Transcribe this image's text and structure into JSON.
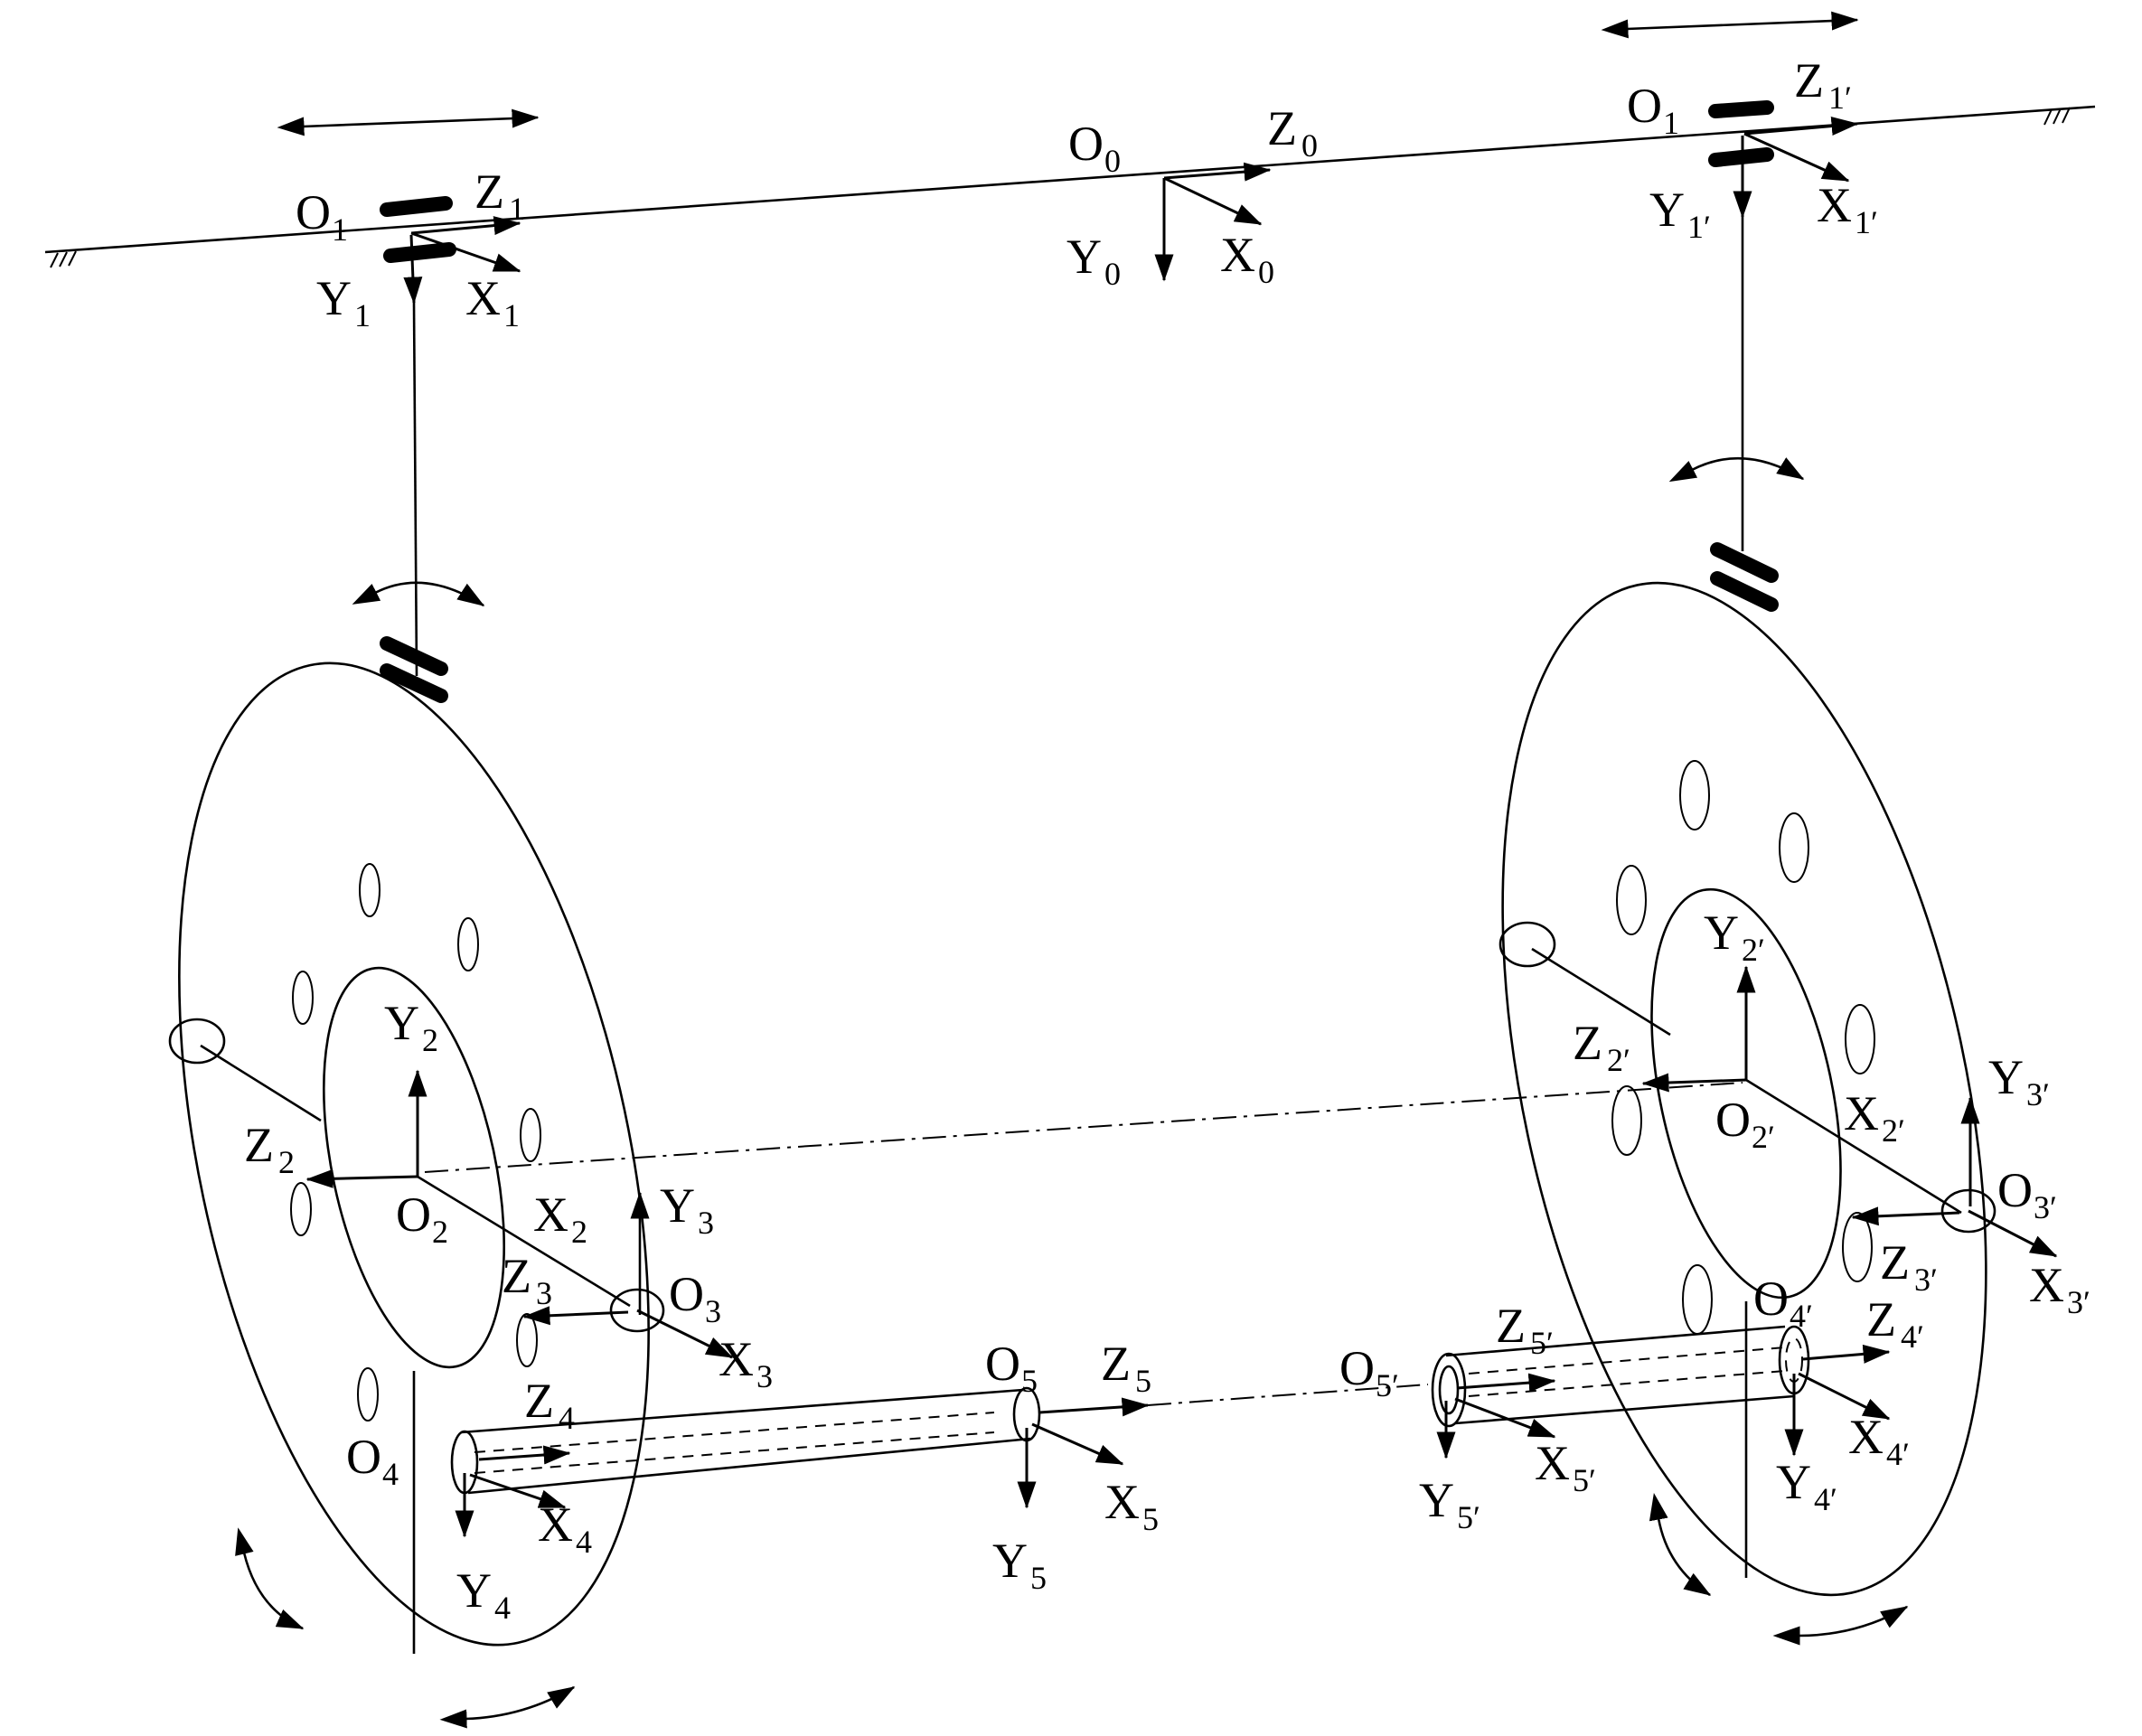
{
  "labels": {
    "o0": {
      "base": "O",
      "sub": "0"
    },
    "z0": {
      "base": "Z",
      "sub": "0"
    },
    "y0": {
      "base": "Y",
      "sub": "0"
    },
    "x0": {
      "base": "X",
      "sub": "0"
    },
    "o1_left": {
      "base": "O",
      "sub": "1"
    },
    "z1": {
      "base": "Z",
      "sub": "1"
    },
    "y1": {
      "base": "Y",
      "sub": "1"
    },
    "x1": {
      "base": "X",
      "sub": "1"
    },
    "o1_right": {
      "base": "O",
      "sub": "1"
    },
    "z1p": {
      "base": "Z",
      "sub": "1′"
    },
    "y1p": {
      "base": "Y",
      "sub": "1′"
    },
    "x1p": {
      "base": "X",
      "sub": "1′"
    },
    "y2": {
      "base": "Y",
      "sub": "2"
    },
    "z2": {
      "base": "Z",
      "sub": "2"
    },
    "o2": {
      "base": "O",
      "sub": "2"
    },
    "x2": {
      "base": "X",
      "sub": "2"
    },
    "y3": {
      "base": "Y",
      "sub": "3"
    },
    "z3": {
      "base": "Z",
      "sub": "3"
    },
    "o3": {
      "base": "O",
      "sub": "3"
    },
    "x3": {
      "base": "X",
      "sub": "3"
    },
    "z4": {
      "base": "Z",
      "sub": "4"
    },
    "o4": {
      "base": "O",
      "sub": "4"
    },
    "x4": {
      "base": "X",
      "sub": "4"
    },
    "y4": {
      "base": "Y",
      "sub": "4"
    },
    "o5": {
      "base": "O",
      "sub": "5"
    },
    "z5": {
      "base": "Z",
      "sub": "5"
    },
    "x5": {
      "base": "X",
      "sub": "5"
    },
    "y5": {
      "base": "Y",
      "sub": "5"
    },
    "y2p": {
      "base": "Y",
      "sub": "2′"
    },
    "z2p": {
      "base": "Z",
      "sub": "2′"
    },
    "o2p": {
      "base": "O",
      "sub": "2′"
    },
    "x2p": {
      "base": "X",
      "sub": "2′"
    },
    "y3p": {
      "base": "Y",
      "sub": "3′"
    },
    "o3p": {
      "base": "O",
      "sub": "3′"
    },
    "z3p": {
      "base": "Z",
      "sub": "3′"
    },
    "x3p": {
      "base": "X",
      "sub": "3′"
    },
    "z5p": {
      "base": "Z",
      "sub": "5′"
    },
    "o5p": {
      "base": "O",
      "sub": "5′"
    },
    "x5p": {
      "base": "X",
      "sub": "5′"
    },
    "y5p": {
      "base": "Y",
      "sub": "5′"
    },
    "o4p": {
      "base": "O",
      "sub": "4′"
    },
    "z4p": {
      "base": "Z",
      "sub": "4′"
    },
    "x4p": {
      "base": "X",
      "sub": "4′"
    },
    "y4p": {
      "base": "Y",
      "sub": "4′"
    }
  }
}
